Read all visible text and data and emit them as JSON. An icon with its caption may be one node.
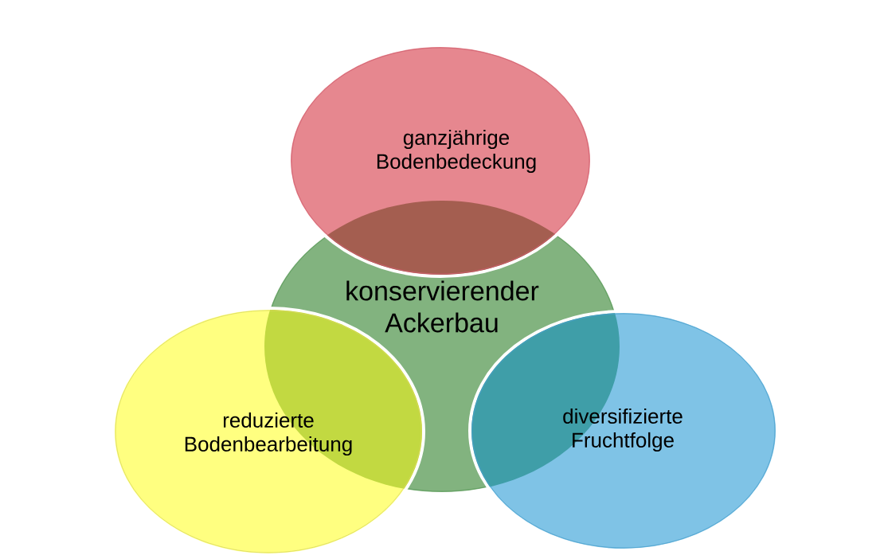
{
  "diagram": {
    "nodes": [
      {
        "text": [
          "ganzjährige Bodenbedeckung"
        ]
      },
      {
        "text": [
          "konservierender Ackerbau"
        ]
      },
      {
        "text": [
          "reduzierte Bodenbearbeitung"
        ]
      },
      {
        "text": [
          "diversifizierte Fruchtfolge"
        ]
      }
    ]
  }
}
